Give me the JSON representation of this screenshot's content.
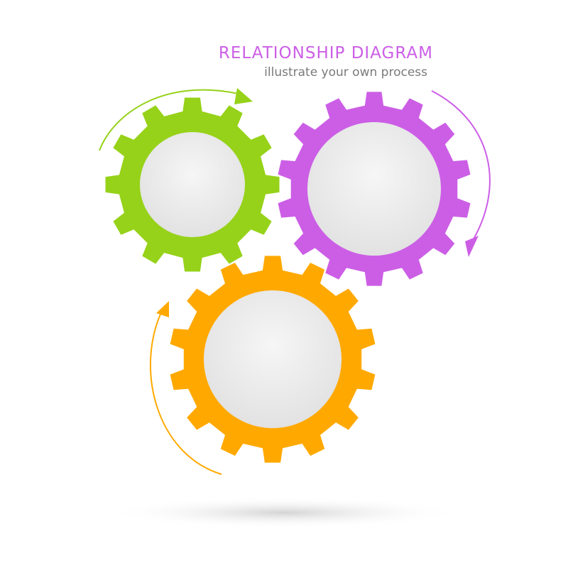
{
  "header": {
    "title": "RELATIONSHIP DIAGRAM",
    "subtitle": "illustrate your own process"
  },
  "colors": {
    "title": "#cc5ee6",
    "subtitle": "#7a7a7a",
    "gear_green": "#96d219",
    "gear_purple": "#cc5ee6",
    "gear_orange": "#ffa900",
    "gear_hole": "#ebebeb",
    "shadow": "#d8d8d8"
  },
  "gears": [
    {
      "name": "green",
      "teeth": 12,
      "rotation_direction": "clockwise"
    },
    {
      "name": "purple",
      "teeth": 14,
      "rotation_direction": "clockwise"
    },
    {
      "name": "orange",
      "teeth": 14,
      "rotation_direction": "clockwise"
    }
  ]
}
